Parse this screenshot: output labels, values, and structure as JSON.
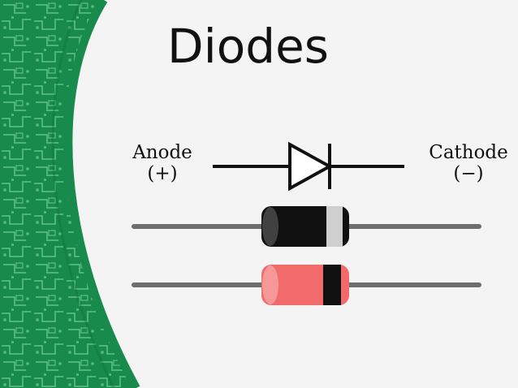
{
  "slide": {
    "title": "Diodes",
    "anode": {
      "name": "Anode",
      "polarity": "(+)"
    },
    "cathode": {
      "name": "Cathode",
      "polarity": "(−)"
    }
  },
  "colors": {
    "pcb_green": "#178a4c",
    "pcb_light_trace": "#4fb47a",
    "background": "#f4f4f4",
    "diode_black_body": "#111111",
    "diode_black_band": "#cfcfcf",
    "diode_red_body": "#f26b6b",
    "diode_red_band": "#111111",
    "lead_gray": "#6e6e6e"
  },
  "icons": [
    "circuit-board-background",
    "diode-schematic-symbol",
    "black-diode-component",
    "red-diode-component"
  ]
}
